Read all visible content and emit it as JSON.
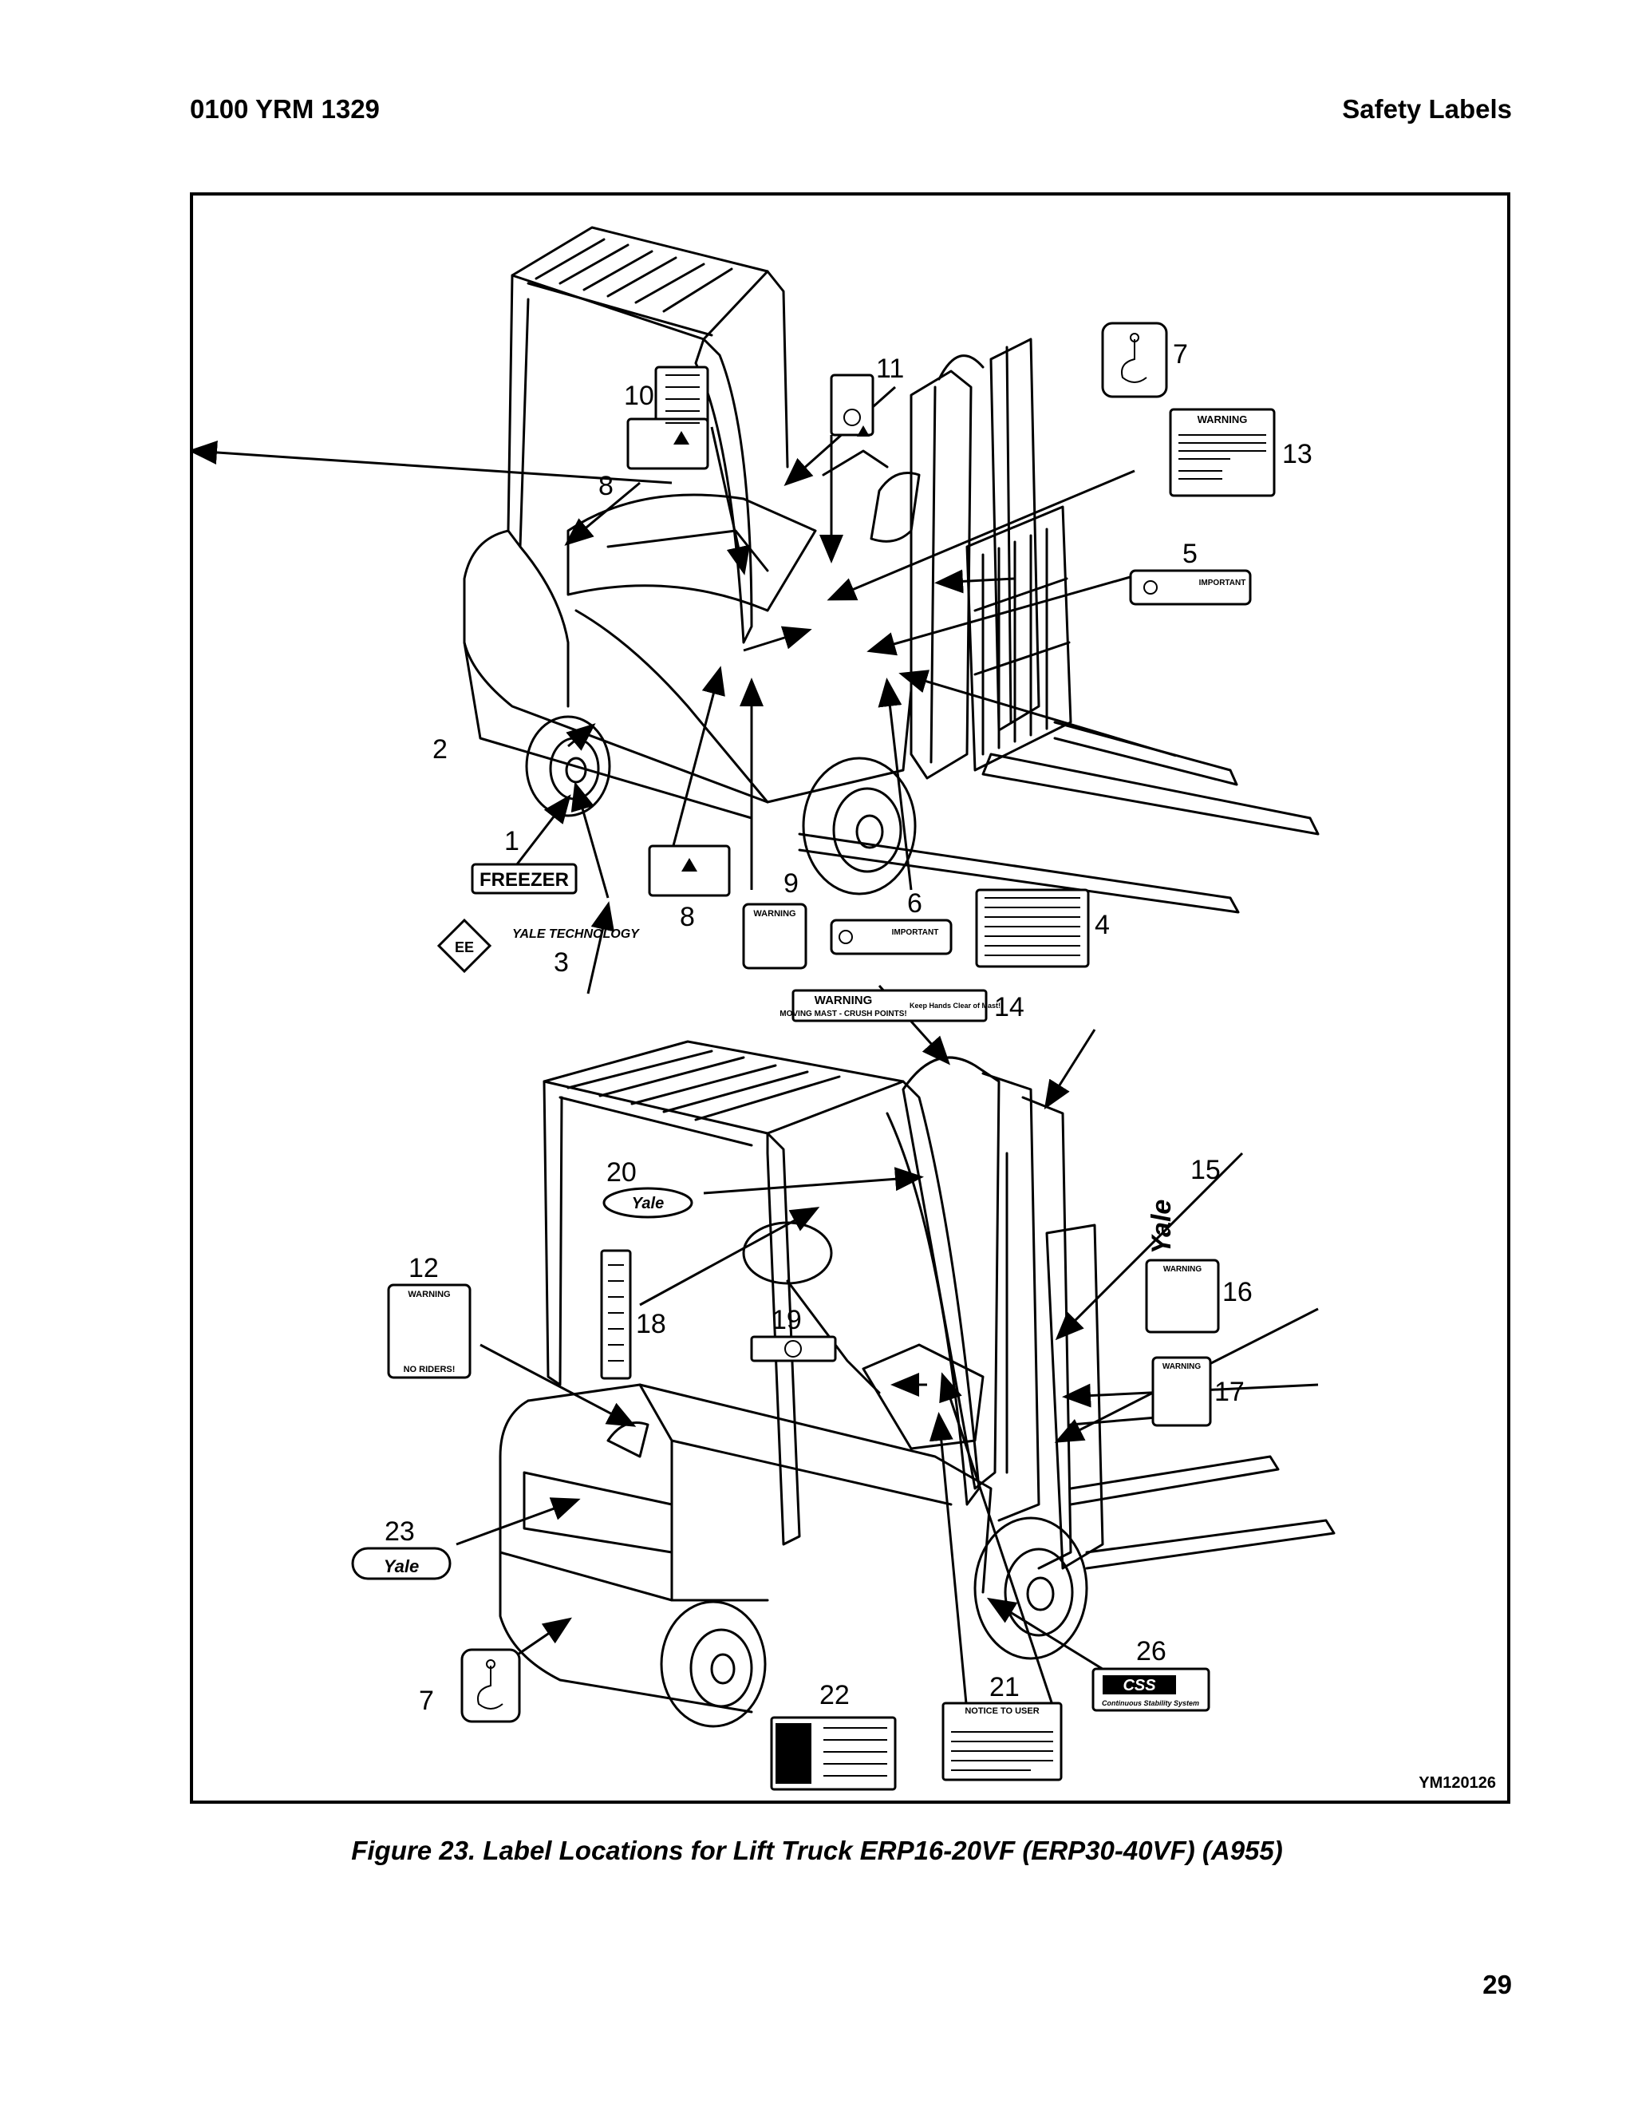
{
  "header": {
    "doc_number": "0100 YRM 1329",
    "section": "Safety Labels"
  },
  "figure": {
    "code": "YM120126",
    "caption": "Figure 23. Label Locations for Lift Truck ERP16-20VF (ERP30-40VF) (A955)",
    "labels": {
      "freezer": "FREEZER",
      "yale_tech": "YALE TECHNOLOGY",
      "warning": "WARNING",
      "important": "IMPORTANT",
      "moving_mast": "MOVING MAST - CRUSH POINTS!",
      "keep_hands": "Keep Hands Clear of Mast!",
      "no_riders": "NO RIDERS!",
      "notice_to_user": "NOTICE TO USER",
      "css_brand": "CSS",
      "css_name": "Continuous Stability System",
      "yale_brand": "Yale",
      "ee_mark": "EE"
    },
    "callouts": [
      "1",
      "2",
      "3",
      "4",
      "5",
      "6",
      "7",
      "8",
      "9",
      "10",
      "11",
      "12",
      "13",
      "14",
      "15",
      "16",
      "17",
      "18",
      "19",
      "20",
      "21",
      "22",
      "23",
      "26"
    ]
  },
  "page_number": "29"
}
